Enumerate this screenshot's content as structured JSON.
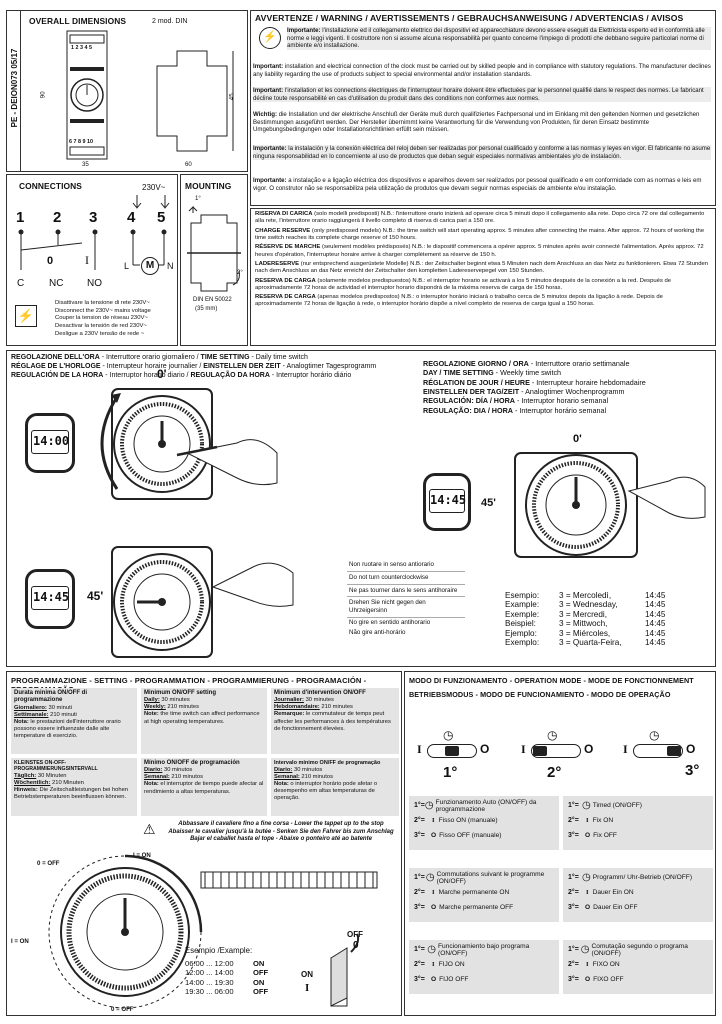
{
  "side_label": "PE - DEION073  05/17",
  "overall": {
    "title": "OVERALL DIMENSIONS",
    "din": "2 mod. DIN",
    "top_nums": "1 2 3 4 5",
    "bottom_nums": "6 7 8 9 10",
    "d90": "90",
    "d45": "45",
    "d35": "35",
    "d60": "60"
  },
  "connections": {
    "title": "CONNECTIONS",
    "voltage": "230V~",
    "terms": [
      "1",
      "2",
      "3",
      "4",
      "5"
    ],
    "zero": "0",
    "one": "I",
    "labels": [
      "C",
      "NC",
      "NO",
      "L",
      "N"
    ],
    "motor": "M"
  },
  "mounting": {
    "title": "MOUNTING",
    "step1": "1°",
    "step2": "2°",
    "din": "DIN EN 50022",
    "din2": "(35 mm)"
  },
  "disconnect": [
    "Disattivare la tensione di rete 230V~",
    "Disconnect the 230V~ mains voltage",
    "Couper la tension de réseau 230V~",
    "Desactivar la tensión de red 230V~",
    "Desligue a 230V tensão de rede ~"
  ],
  "warning": {
    "title": "AVVERTENZE / WARNING / AVERTISSEMENTS / GEBRAUCHSANWEISUNG / ADVERTENCIAS / AVISOS",
    "it_label": "Importante:",
    "it": "l'installazione ed il collegamento elettrico dei dispositivi ed apparecchiature devono essere eseguiti da Elettricista esperto ed in conformità alle norme e leggi vigenti. Il costruttore non si assume alcuna responsabilità per quanto concerne l'impiego di prodotti che debbano seguire particolari norme di ambiente e/o installazione.",
    "en_label": "Important:",
    "en": "installation and electrical connection of the clock must be carried out by skilled people and in compliance with statutory regulations. The manufacturer declines any liability regarding the use of products subject to special environmental and/or installation standards.",
    "fr_label": "Important:",
    "fr": "l'installation et les connections électriques de l'interrupteur horaire doivent être effectuées par le personnel qualifié dans le respect des normes. Le fabricant décline toute responsabilité en cas d'utilisation du produit dans des conditions non conformes aux normes.",
    "de_label": "Wichtig:",
    "de": "die Installation und der elektrische Anschluß der Geräte muß durch qualifiziertes Fachpersonal und im Einklang mit den geltenden Normen und gesetzlichen Bestimmungen ausgeführt werden. Der Hersteller übernimmt keine Verantwortung für die Verwendung von Produkten, für deren Einsatz bestimmte Umgebungsbedingungen oder Installationsrichtlinien erfüllt sein müssen.",
    "es_label": "Importante:",
    "es": "la instalación y la conexión eléctrica del reloj deben ser realizadas por personal cualificado y conforme a las normas y leyes en vigor. El fabricante no asume ninguna responsabilidad en lo concerniente al uso de productos que deban seguir especiales normativas ambientales y/o de instalación.",
    "pt_label": "Importante:",
    "pt": "a instalação e a ligação eléctrica dos dispositivos e aparelhos devem ser realizados por pessoal qualificado e em conformidade com as normas e leis em vigor. O construtor não se responsabiliza pela utilização de produtos que devam seguir normas especiais de ambiente e/ou instalação."
  },
  "reserve": {
    "it_label": "RISERVA DI CARICA",
    "it": "(solo modelli predisposti) N.B.: l'interruttore orario inizierà ad operare circa 5 minuti dopo il collegamento alla rete. Dopo circa 72 ore dal collegamento alla rete, l'interruttore orario raggiungerà il livello completo di riserva di carica pari a 150 ore.",
    "en_label": "CHARGE RESERVE",
    "en": "(only predisposed models) N.B.: the time switch will start operating approx. 5 minutes after connecting the mains. After approx. 72 hours of working the time switch reaches its complete charge reserve of 150 hours.",
    "fr_label": "RÉSERVE DE MARCHE",
    "fr": "(seulement modèles prédisposés) N.B.: le dispositif commencera a opérer approx. 5 minutes après avoir connecté l'alimentation. Après approx. 72 heures d'opération, l'interrupteur horaire arrive à charger complètement sa réserve de 150 h.",
    "de_label": "LADERESERVE",
    "de": "(nur entsprechend ausgerüstete Modelle) N.B.: der Zeitschalter beginnt etwa 5 Minuten nach dem Anschluss an das Netz zu funktionieren. Etwa 72 Stunden nach dem Anschluss an das Netz erreicht der Zeitschalter den kompletten Ladereservepegel von 150 Stunden.",
    "es_label": "RESERVA DE CARGA",
    "es": "(solamente modelos predispuestos) N.B.: el interruptor horario se activará a los 5 minutos después de la conexión a la red. Después de aproximadamente 72 horas de actividad el interruptor horario dispondrá de la máxima reserva de carga de 150 horas.",
    "pt_label": "RESERVA DE CARGA",
    "pt": "(apenas modelos predispostos) N.B.: o interruptor horário iniciará o trabalho cerca de 5 minutos depois da ligação à rede. Depois de aproximadamente 72 horas de ligação à rede, o interruptor horário dispõe a nível completo de reserva de carga igual a 150 horas."
  },
  "daily": {
    "l1a": "REGOLAZIONE DELL'ORA",
    "l1b": " - Interruttore orario giornaliero / ",
    "l1c": "TIME SETTING",
    "l1d": " - Daily time switch",
    "l2a": "RÉGLAGE DE L'HORLOGE",
    "l2b": " - Interrupteur horaire journalier / ",
    "l2c": "EINSTELLEN DER ZEIT",
    "l2d": " - Analogtimer Tagesprogramm",
    "l3a": "REGULACIÓN DE LA HORA",
    "l3b": " - Interruptor horario diario / ",
    "l3c": "REGULAÇÃO DA HORA",
    "l3d": " - Interruptor horário diário",
    "time1": "14:00",
    "time2": "14:45",
    "zero": "0'",
    "m45": "45'"
  },
  "counter": [
    "Non ruotare in senso antiorario",
    "Do not turn counterclockwise",
    "Ne pas tourner dans le sens antihoraire",
    "Drehen Sie nicht gegen den Uhrzeigersinn",
    "No gire en sentido antihorario",
    "Não gire anti-horário"
  ],
  "weekly": {
    "l1a": "REGOLAZIONE GIORNO / ORA",
    "l1b": " - Interruttore orario settimanale",
    "l2a": "DAY / TIME SETTING",
    "l2b": " - Weekly time switch",
    "l3a": "RÉGLATION DE JOUR / HEURE",
    "l3b": " - Interrupteur horaire hebdomadaire",
    "l4a": "EINSTELLEN DER TAG/ZEIT",
    "l4b": " - Analogtimer Wochenprogramm",
    "l5a": "REGULACIÓN: DÍA / HORA",
    "l5b": " - Interruptor horario semanal",
    "l6a": "REGULAÇÃO: DIA / HORA",
    "l6b": " - Interruptor horário semanal",
    "time": "14:45",
    "zero": "0'",
    "m45": "45'",
    "examples": [
      {
        "label": "Esempio:",
        "day": "3 = Mercoledì,",
        "time": "14:45"
      },
      {
        "label": "Example:",
        "day": "3 = Wednesday,",
        "time": "14:45"
      },
      {
        "label": "Exemple:",
        "day": "3 = Mercredi,",
        "time": "14:45"
      },
      {
        "label": "Beispiel:",
        "day": "3 = Mittwoch,",
        "time": "14:45"
      },
      {
        "label": "Ejemplo:",
        "day": "3 = Miércoles,",
        "time": "14:45"
      },
      {
        "label": "Exemplo:",
        "day": "3 = Quarta-Feira,",
        "time": "14:45"
      }
    ]
  },
  "programming": {
    "title": "PROGRAMMAZIONE - SETTING - PROGRAMMATION - PROGRAMMIERUNG - PROGRAMACIÓN - PROGRAMAÇÃO",
    "cells": [
      {
        "t": "Durata minima ON/OFF di programmazione",
        "a_lbl": "Giornaliero:",
        "a": " 30 minuti",
        "b_lbl": "Settimanale:",
        "b": " 210 minuti",
        "n_lbl": "Nota:",
        "n": " le prestazioni dell'interruttore orario possono essere influenzate dalle alte temperature di esercizio."
      },
      {
        "t": "Minimum ON/OFF setting",
        "a_lbl": "Daily:",
        "a": " 30 minutes",
        "b_lbl": "Weekly:",
        "b": " 210 minutes",
        "n_lbl": "Note:",
        "n": " the time switch can affect performance at high operating temperatures."
      },
      {
        "t": "Minimum d'intervention ON/OFF",
        "a_lbl": "Journalier:",
        "a": " 30 minutes",
        "b_lbl": "Hebdomandaire:",
        "b": " 210 minutes",
        "n_lbl": "Remarque:",
        "n": " le commutateur de temps peut affecter les performances à des températures de fonctionnement élevées."
      },
      {
        "t": "KLEINSTES ON-OFF-PROGRAMMIERUNGSINTERVALL",
        "a_lbl": "Täglich:",
        "a": " 30 Minuten",
        "b_lbl": "Wöchentlich:",
        "b": " 210 Minuten",
        "n_lbl": "Hinweis:",
        "n": " Die Zeitschaltleistungen bei hohen Betriebstemperaturen beeinflussen können."
      },
      {
        "t": "Mínimo ON/OFF de programación",
        "a_lbl": "Diario:",
        "a": " 30 minutos",
        "b_lbl": "Semanal:",
        "b": " 210 minutos",
        "n_lbl": "Nota:",
        "n": " el interruptor de tiempo puede afectar al rendimiento a altas temperaturas."
      },
      {
        "t": "Intervalo mínimo ON/FF de programação",
        "a_lbl": "Diario:",
        "a": " 30 minutos",
        "b_lbl": "Semanal:",
        "b": " 210 minutos",
        "n_lbl": "Nota:",
        "n": " o interruptor horário pode afetar o desempenho em altas temperaturas de operação."
      }
    ],
    "tappet": [
      "Abbassare il cavaliere fino a fine corsa - Lower the tappet up to the stop",
      "Abaisser le cavalier jusqu'à la butée - Senken Sie den Fahrer bis zum Anschlag",
      "Bajar el caballet hasta el tope - Abaixe o ponteiro até ao batente"
    ],
    "off": "OFF",
    "on": "ON",
    "zero_off": "0 = OFF",
    "one_on": "I = ON",
    "i_on_left": "I = ON",
    "zero_off_bottom": "0 = OFF",
    "example_title": "Esempio /Example:",
    "example_rows": [
      {
        "range": "06:00 ... 12:00",
        "state": "ON"
      },
      {
        "range": "12:00 ... 14:00",
        "state": "OFF"
      },
      {
        "range": "14:00 ... 19:30",
        "state": "ON"
      },
      {
        "range": "19:30 ... 06:00",
        "state": "OFF"
      }
    ]
  },
  "mode": {
    "title1": "MODO DI FUNZIONAMENTO - OPERATION MODE - MODE DE FONCTIONNEMENT",
    "title2": "BETRIEBSMODUS - MODO DE FUNCIONAMIENTO - MODO DE OPERAÇÃO",
    "pos": [
      "1°",
      "2°",
      "3°"
    ],
    "boxes": [
      {
        "r1": "Funzionamento Auto (ON/OFF) da programmazione",
        "r2": "Fisso ON (manuale)",
        "r3": "Fisso OFF (manuale)"
      },
      {
        "r1": "Timed (ON/OFF)",
        "r2": "Fix ON",
        "r3": "Fix OFF"
      },
      {
        "r1": "Commutations suivant le programme (ON/OFF)",
        "r2": "Marche permanente ON",
        "r3": "Marche permanente OFF"
      },
      {
        "r1": "Programm/ Uhr-Betrieb (ON/OFF)",
        "r2": "Dauer Ein ON",
        "r3": "Dauer Ein OFF"
      },
      {
        "r1": "Funcionamiento bajo programa (ON/OFF)",
        "r2": "FIJO ON",
        "r3": "FIJO OFF"
      },
      {
        "r1": "Comutação segundo o programa (ON/OFF)",
        "r2": "FIXO ON",
        "r3": "FIXO OFF"
      }
    ],
    "n1": "1°=",
    "n2": "2°=",
    "n3": "3°="
  }
}
